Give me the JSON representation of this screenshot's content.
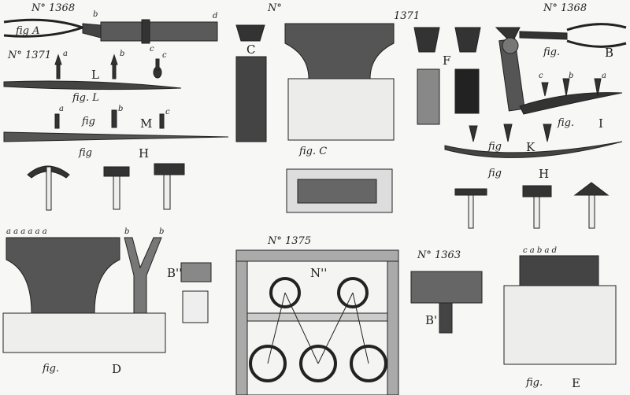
{
  "labels": {
    "n1368_a": "N° 1368",
    "figA": "fig A",
    "a_b": "b",
    "a_c": "c",
    "a_d": "d",
    "n1371_a": "N° 1371",
    "l_a": "a",
    "l_b": "b",
    "l_c": "c",
    "L": "L",
    "figL": "fig. L",
    "m_a": "a",
    "m_b": "b",
    "m_c": "c",
    "figM": "fig",
    "M": "M",
    "figH1": "fig",
    "H1": "H",
    "nC": "N°",
    "C": "C",
    "figC": "fig. C",
    "n1371_b": "1371",
    "F": "F",
    "n1368_b": "N° 1368",
    "figB": "fig.",
    "B": "B",
    "i_a": "a",
    "i_b": "b",
    "i_c": "c",
    "I": "I",
    "figI": "fig.",
    "figK": "fig",
    "K": "K",
    "figH2": "fig",
    "H2": "H",
    "figD": "fig.",
    "D": "D",
    "B2": "B''",
    "n1375": "N° 1375",
    "N2": "N''",
    "n1363": "N° 1363",
    "B1": "B'",
    "figE": "fig.",
    "E": "E",
    "d_letters": "a a a a a a",
    "d_b1": "b",
    "d_b2": "b",
    "e_letters": "c a b a d"
  },
  "colors": {
    "ink": "#2a2a2a",
    "paper": "#f7f7f5",
    "shade": "#555555"
  }
}
